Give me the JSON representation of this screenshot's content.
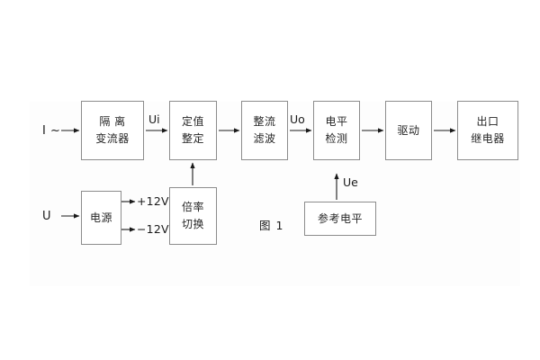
{
  "figure": {
    "caption": "图 1",
    "stroke_color": "#8c8c8c",
    "text_color": "#262626",
    "panel_color": "#fdfdfd"
  },
  "inputs": {
    "current": "I ~",
    "voltage": "U"
  },
  "signals": {
    "ui": "Ui",
    "uo": "Uo",
    "ue": "Ue"
  },
  "rails": {
    "positive": "+12V",
    "negative": "−12V"
  },
  "blocks": {
    "isolation_ct": {
      "line1": "隔 离",
      "line2": "变流器"
    },
    "setting": {
      "line1": "定值",
      "line2": "整定"
    },
    "rectifier_filter": {
      "line1": "整流",
      "line2": "滤波"
    },
    "level_detect": {
      "line1": "电平",
      "line2": "检测"
    },
    "driver": {
      "line1": "驱动",
      "line2": ""
    },
    "output_relay": {
      "line1": "出口",
      "line2": "继电器"
    },
    "power_supply": {
      "line1": "电源",
      "line2": ""
    },
    "multiplier_switch": {
      "line1": "倍率",
      "line2": "切换"
    },
    "reference_level": {
      "line1": "参考电平",
      "line2": ""
    }
  }
}
